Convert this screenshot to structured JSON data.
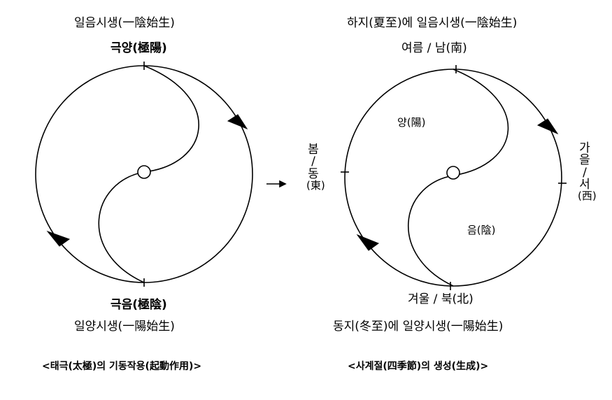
{
  "left": {
    "top_line1": "일음시생(一陰始生)",
    "top_line2": "극양(極陽)",
    "bottom_line1": "극음(極陰)",
    "bottom_line2": "일양시생(一陽始生)",
    "caption": "<태극(太極)의 기동작용(起動作用)>"
  },
  "right": {
    "top_line1": "하지(夏至)에 일음시생(一陰始生)",
    "top_line2": "여름 / 남(南)",
    "yang_label": "양(陽)",
    "yin_label": "음(陰)",
    "bottom_line1": "겨울 / 북(北)",
    "bottom_line2": "동지(冬至)에 일양시생(一陽始生)",
    "west": {
      "c1": "가",
      "c2": "을",
      "c3": "/",
      "c4": "서",
      "c5": "(西)"
    },
    "east": {
      "c1": "봄",
      "c2": "/",
      "c3": "동",
      "c4": "(東)"
    },
    "caption": "<사계절(四季節)의 생성(生成)>"
  },
  "arrow_between": "→"
}
